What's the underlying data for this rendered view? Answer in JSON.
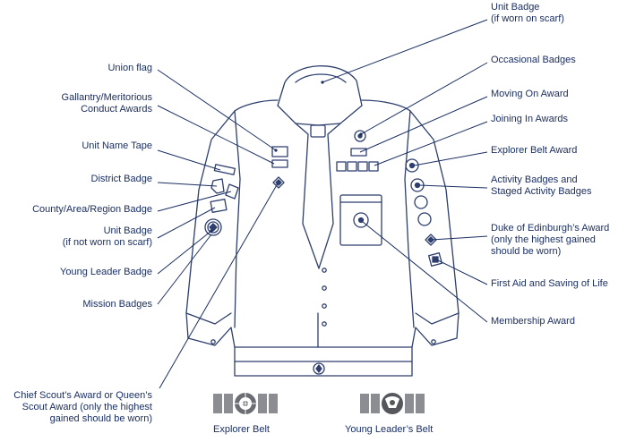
{
  "labels_left": {
    "union_flag": [
      "Union flag"
    ],
    "gallantry": [
      "Gallantry/Meritorious",
      "Conduct Awards"
    ],
    "unit_name_tape": [
      "Unit Name Tape"
    ],
    "district_badge": [
      "District Badge"
    ],
    "county_badge": [
      "County/Area/Region Badge"
    ],
    "unit_badge_arm": [
      "Unit Badge",
      "(if not worn on scarf)"
    ],
    "young_leader": [
      "Young Leader Badge"
    ],
    "mission_badges": [
      "Mission Badges"
    ],
    "chief_scout": [
      "Chief Scout’s Award or Queen’s",
      "Scout Award (only the highest",
      "gained should be worn)"
    ]
  },
  "labels_right": {
    "unit_badge_scarf": [
      "Unit Badge",
      "(if worn on scarf)"
    ],
    "occasional": [
      "Occasional Badges"
    ],
    "moving_on": [
      "Moving On Award"
    ],
    "joining_in": [
      "Joining In Awards"
    ],
    "explorer_belt_award": [
      "Explorer Belt Award"
    ],
    "activity_badges": [
      "Activity Badges and",
      "Staged Activity Badges"
    ],
    "duke": [
      "Duke of Edinburgh’s Award",
      "(only the highest gained",
      "should be worn)"
    ],
    "first_aid": [
      "First Aid and Saving of Life"
    ],
    "membership": [
      "Membership Award"
    ]
  },
  "belts": {
    "explorer": "Explorer Belt",
    "young_leader": "Young Leader’s Belt"
  },
  "colors": {
    "ink": "#1b2f63",
    "outline": "#2e3f6e",
    "belt_grey": "#6b6d73"
  }
}
